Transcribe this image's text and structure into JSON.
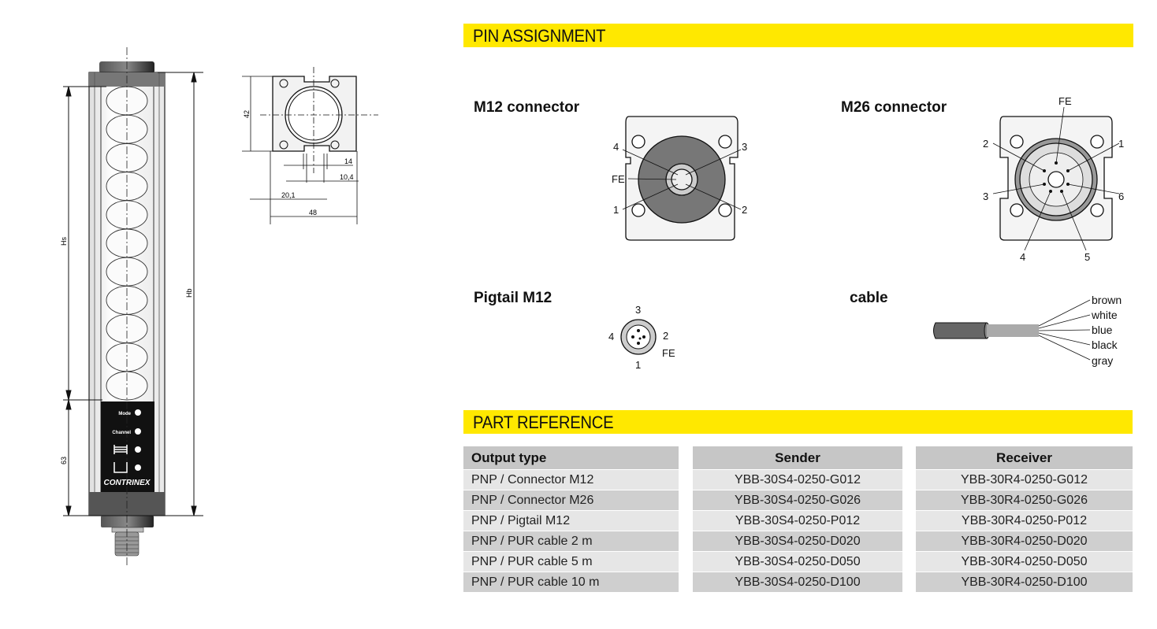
{
  "pin_assignment": {
    "title": "PIN ASSIGNMENT",
    "m12": {
      "title": "M12 connector",
      "pins": [
        "4",
        "3",
        "FE",
        "1",
        "2"
      ]
    },
    "m26": {
      "title": "M26 connector",
      "pins": [
        "FE",
        "2",
        "1",
        "3",
        "6",
        "4",
        "5"
      ]
    },
    "pigtail": {
      "title": "Pigtail M12",
      "pins": [
        "3",
        "4",
        "2",
        "FE",
        "1"
      ]
    },
    "cable": {
      "title": "cable",
      "wires": [
        "brown",
        "white",
        "blue",
        "black",
        "gray"
      ]
    }
  },
  "drawing": {
    "dim_hs": "Hs",
    "dim_hb": "Hb",
    "dim_63": "63",
    "panel_mode": "Mode",
    "panel_channel": "Channel",
    "brand": "CONTRINEX",
    "section_dims": {
      "height": "42",
      "slot": "14",
      "inner": "10,4",
      "offset": "20,1",
      "width": "48"
    }
  },
  "part_reference": {
    "title": "PART REFERENCE",
    "columns": [
      "Output type",
      "Sender",
      "Receiver"
    ],
    "rows": [
      {
        "output": "PNP / Connector M12",
        "sender": "YBB-30S4-0250-G012",
        "receiver": "YBB-30R4-0250-G012"
      },
      {
        "output": "PNP / Connector M26",
        "sender": "YBB-30S4-0250-G026",
        "receiver": "YBB-30R4-0250-G026"
      },
      {
        "output": "PNP / Pigtail M12",
        "sender": "YBB-30S4-0250-P012",
        "receiver": "YBB-30R4-0250-P012"
      },
      {
        "output": "PNP / PUR cable 2 m",
        "sender": "YBB-30S4-0250-D020",
        "receiver": "YBB-30R4-0250-D020"
      },
      {
        "output": "PNP / PUR cable 5 m",
        "sender": "YBB-30S4-0250-D050",
        "receiver": "YBB-30R4-0250-D050"
      },
      {
        "output": "PNP / PUR cable 10 m",
        "sender": "YBB-30S4-0250-D100",
        "receiver": "YBB-30R4-0250-D100"
      }
    ]
  },
  "colors": {
    "accent": "#ffe800",
    "header": "#c6c6c6",
    "row_light": "#e6e6e6",
    "row_dark": "#cfcfcf"
  }
}
